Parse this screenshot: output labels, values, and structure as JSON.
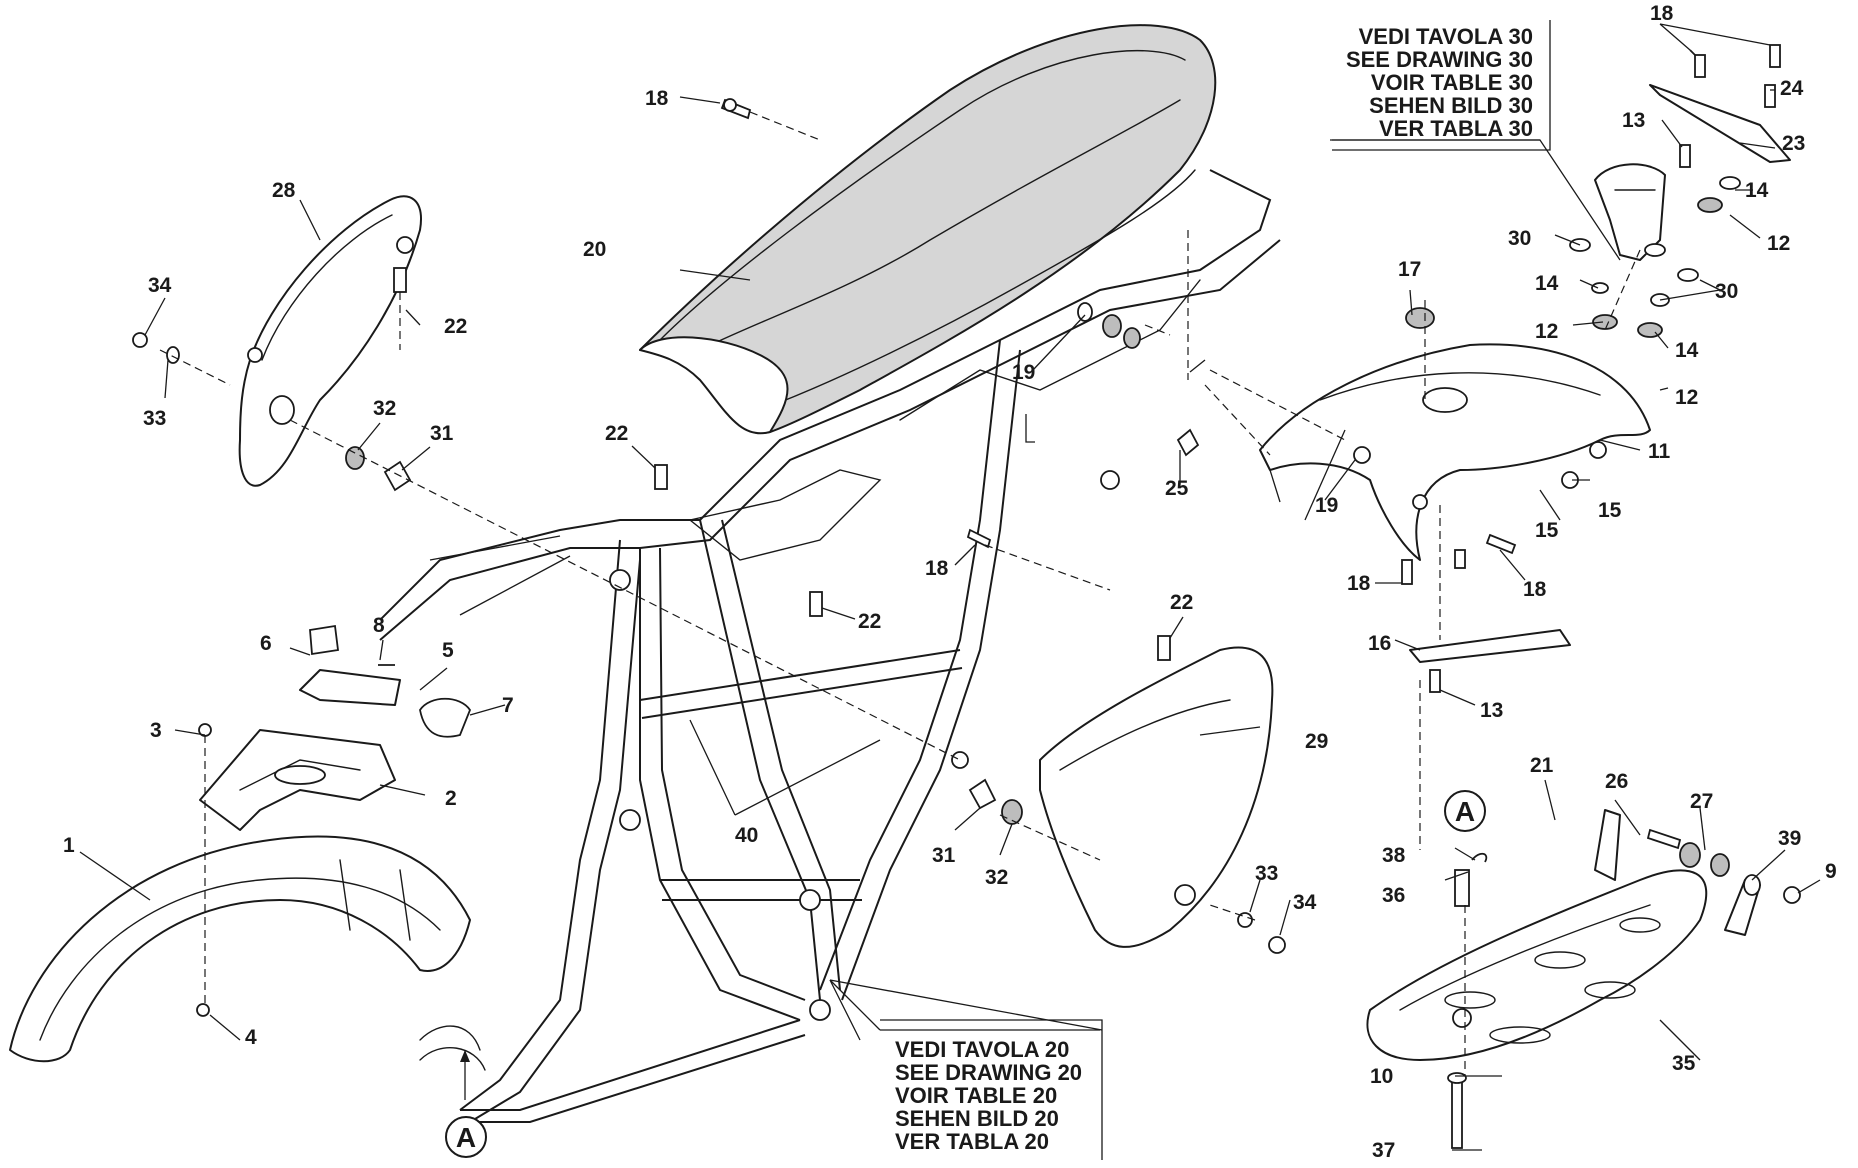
{
  "ref_notes": {
    "drawing_30": [
      "VEDI TAVOLA 30",
      "SEE DRAWING 30",
      "VOIR TABLE 30",
      "SEHEN BILD 30",
      "VER TABLA 30"
    ],
    "drawing_20": [
      "VEDI TAVOLA 20",
      "SEE DRAWING 20",
      "VOIR TABLE 20",
      "SEHEN BILD 20",
      "VER TABLA 20"
    ]
  },
  "detail_marker": "A",
  "parts": {
    "p1": "1",
    "p2": "2",
    "p3": "3",
    "p4": "4",
    "p5": "5",
    "p6": "6",
    "p7": "7",
    "p8": "8",
    "p9": "9",
    "p10": "10",
    "p11": "11",
    "p12": "12",
    "p13": "13",
    "p14": "14",
    "p15": "15",
    "p16": "16",
    "p17": "17",
    "p18": "18",
    "p19": "19",
    "p20": "20",
    "p21": "21",
    "p22": "22",
    "p23": "23",
    "p24": "24",
    "p25": "25",
    "p26": "26",
    "p27": "27",
    "p28": "28",
    "p29": "29",
    "p30": "30",
    "p31": "31",
    "p32": "32",
    "p33": "33",
    "p34": "34",
    "p35": "35",
    "p36": "36",
    "p37": "37",
    "p38": "38",
    "p39": "39",
    "p40": "40"
  }
}
